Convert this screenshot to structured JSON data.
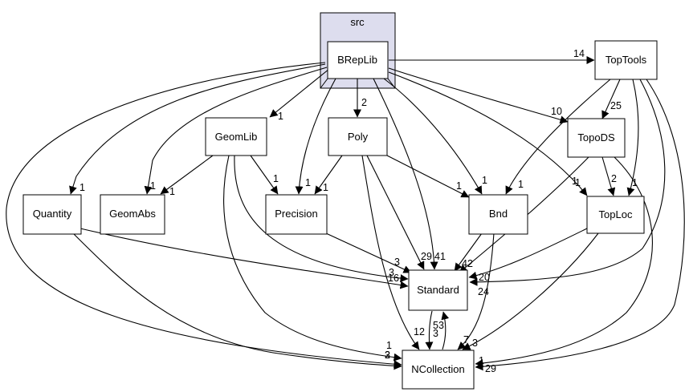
{
  "cluster": {
    "label": "src",
    "fill": "#ddddee",
    "stroke": "#000000"
  },
  "nodes": {
    "breplib": {
      "label": "BRepLib"
    },
    "toptools": {
      "label": "TopTools"
    },
    "geomlib": {
      "label": "GeomLib"
    },
    "poly": {
      "label": "Poly"
    },
    "topods": {
      "label": "TopoDS"
    },
    "quantity": {
      "label": "Quantity"
    },
    "geomabs": {
      "label": "GeomAbs"
    },
    "precision": {
      "label": "Precision"
    },
    "bnd": {
      "label": "Bnd"
    },
    "toploc": {
      "label": "TopLoc"
    },
    "standard": {
      "label": "Standard"
    },
    "ncollection": {
      "label": "NCollection"
    }
  },
  "edges": {
    "breplib_toptools": "14",
    "breplib_geomlib": "1",
    "breplib_poly": "2",
    "breplib_topods": "10",
    "breplib_quantity": "1",
    "breplib_geomabs": "1",
    "breplib_precision": "1",
    "breplib_bnd": "1",
    "breplib_toploc": "1",
    "breplib_standard": "41",
    "breplib_ncollection": "2",
    "toptools_topods": "25",
    "toptools_bnd": "1",
    "toptools_toploc": "1",
    "toptools_standard": "20",
    "toptools_ncollection": "29",
    "geomlib_geomabs": "1",
    "geomlib_precision": "1",
    "geomlib_standard": "16",
    "geomlib_ncollection": "1",
    "poly_precision": "1",
    "poly_bnd": "1",
    "poly_standard": "29",
    "poly_ncollection": "12",
    "topods_toploc": "2",
    "topods_standard": "1",
    "topods_ncollection": "1",
    "quantity_standard": "3",
    "quantity_ncollection": "3",
    "precision_standard": "3",
    "bnd_standard": "42",
    "bnd_ncollection": "7",
    "toploc_standard": "24",
    "toploc_ncollection": "3",
    "standard_ncollection": "3",
    "ncollection_standard": "53"
  }
}
